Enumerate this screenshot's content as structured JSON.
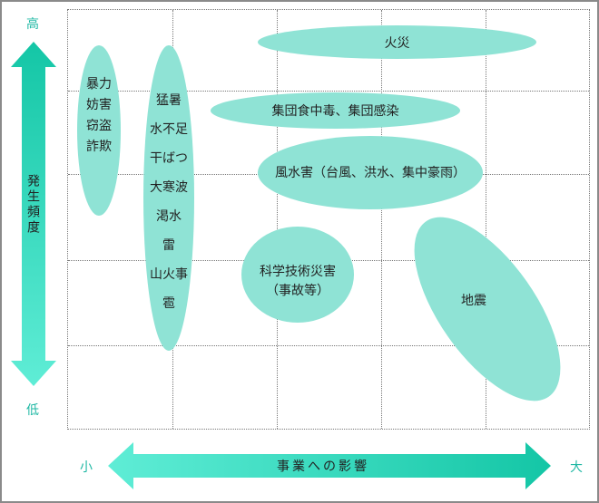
{
  "y_axis": {
    "high": "高",
    "low": "低",
    "title": "発生頻度"
  },
  "x_axis": {
    "small": "小",
    "large": "大",
    "title": "事業への影響"
  },
  "colors": {
    "bubble": "#8fe3d5",
    "arrow_dark": "#14c6a6",
    "arrow_light": "#5fedd6",
    "axis_text": "#1fb8a4"
  },
  "risks": {
    "crime": [
      "暴力",
      "妨害",
      "窃盗",
      "詐欺"
    ],
    "weather": [
      "猛暑",
      "水不足",
      "干ばつ",
      "大寒波",
      "渇水",
      "雷",
      "山火事",
      "雹"
    ],
    "fire": "火災",
    "food_poisoning": "集団食中毒、集団感染",
    "flood": "風水害（台風、洪水、集中豪雨）",
    "tech_disaster": [
      "科学技術災害",
      "（事故等）"
    ],
    "earthquake": "地震"
  }
}
